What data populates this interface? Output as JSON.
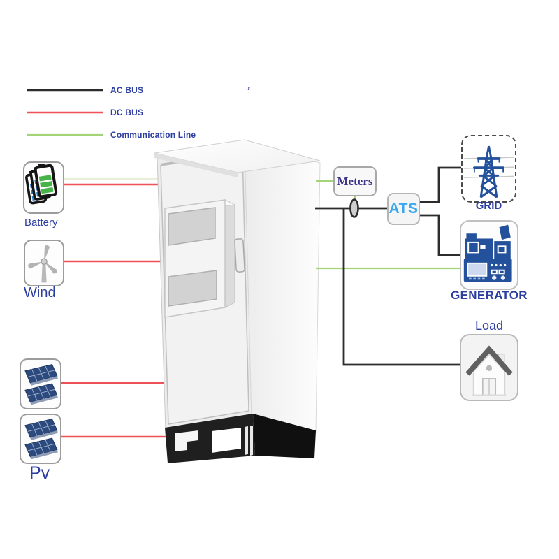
{
  "colors": {
    "ac": "#2c2c2c",
    "dc": "#ef5158",
    "comm": "#a5d377",
    "commFaint": "#e8eed8",
    "label": "#2c3e9f",
    "ats": "#3aa7ef",
    "meters": "#3c3488",
    "iconBlue": "#24519b"
  },
  "legend": {
    "items": [
      {
        "label": "AC BUS"
      },
      {
        "label": "DC BUS"
      },
      {
        "label": "Communication Line"
      }
    ]
  },
  "sources": {
    "battery": "Battery",
    "wind": "Wind",
    "pv": "Pv"
  },
  "nodes": {
    "meters": "Meters",
    "ats": "ATS",
    "grid": "GRID",
    "generator": "GENERATOR",
    "load": "Load"
  },
  "stray_mark": "’"
}
